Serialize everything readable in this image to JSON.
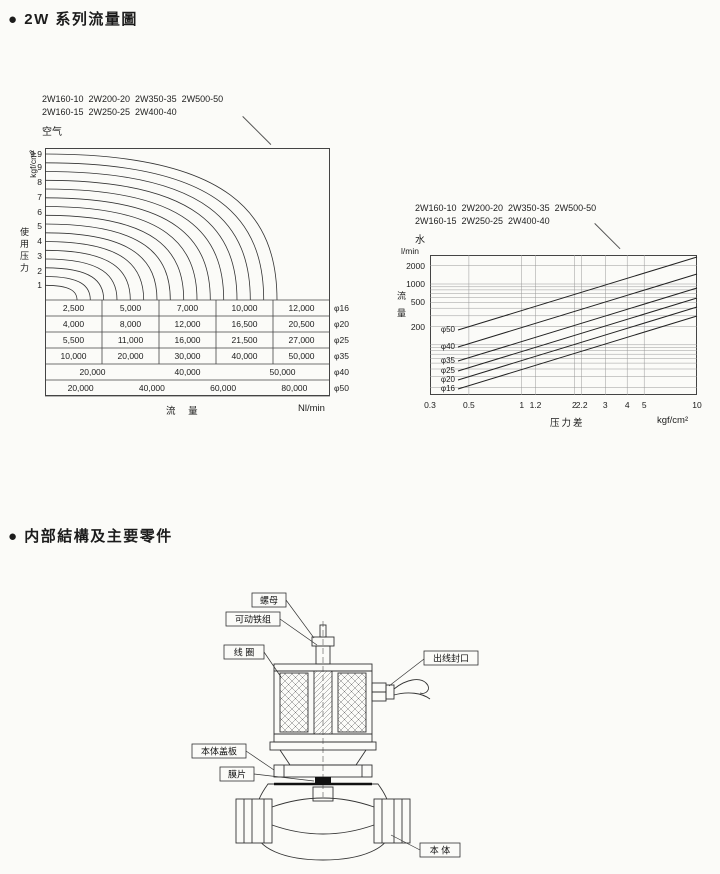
{
  "sections": {
    "flow_title": "● 2W 系列流量圖",
    "structure_title": "● 内部結構及主要零件"
  },
  "air_chart": {
    "models_line1": "2W160-10  2W200-20  2W350-35  2W500-50",
    "models_line2": "2W160-15  2W250-25  2W400-40",
    "medium_label": "空气",
    "y_unit": "kgf/cm²",
    "y_axis_label": "使用压力",
    "y_ticks": [
      9.9,
      9,
      8,
      7,
      6,
      5,
      4,
      3,
      2,
      1
    ],
    "curve_count": 16,
    "x_axis_label": "流 量",
    "x_unit": "Nl/min",
    "flow_table": [
      {
        "size": "φ16",
        "values": [
          "2,500",
          "5,000",
          "7,000",
          "10,000",
          "12,000"
        ]
      },
      {
        "size": "φ20",
        "values": [
          "4,000",
          "8,000",
          "12,000",
          "16,500",
          "20,500"
        ]
      },
      {
        "size": "φ25",
        "values": [
          "5,500",
          "11,000",
          "16,000",
          "21,500",
          "27,000"
        ]
      },
      {
        "size": "φ35",
        "values": [
          "10,000",
          "20,000",
          "30,000",
          "40,000",
          "50,000"
        ]
      },
      {
        "size": "φ40",
        "values": [
          "20,000",
          "40,000",
          "50,000"
        ]
      },
      {
        "size": "φ50",
        "values": [
          "20,000",
          "40,000",
          "60,000",
          "80,000"
        ]
      }
    ]
  },
  "water_chart": {
    "models_line1": "2W160-10  2W200-20  2W350-35  2W500-50",
    "models_line2": "2W160-15  2W250-25  2W400-40",
    "medium_label": "水",
    "y_unit": "l/min",
    "y_axis_label": "流 量",
    "y_ticks": [
      2000,
      1000,
      500,
      200
    ],
    "x_ticks": [
      "0.3",
      "0.5",
      "1",
      "1.2",
      "2",
      "2.2",
      "3",
      "4",
      "5",
      "10"
    ],
    "x_axis_label": "压力差",
    "x_unit": "kgf/cm²",
    "lines": [
      "φ50",
      "φ40",
      "φ35",
      "φ25",
      "φ20",
      "φ16"
    ]
  },
  "valve_diagram": {
    "labels": {
      "nut": "螺母",
      "movable_iron": "可动铁组",
      "coil": "线 圈",
      "wire_outlet": "出线封口",
      "body_cover": "本体盖板",
      "diaphragm": "膜片",
      "body": "本 体"
    }
  },
  "chart_data": [
    {
      "type": "line",
      "title": "2W 系列流量圖 — 空气",
      "xlabel": "流 量 (Nl/min)",
      "ylabel": "使用压力 (kgf/cm²)",
      "ylim": [
        0,
        9.9
      ],
      "y_ticks": [
        9.9,
        9,
        8,
        7,
        6,
        5,
        4,
        3,
        2,
        1
      ],
      "description": "Nested family of operating-pressure vs. air-flow capacity curves; flow capacities tabulated per port size below the plot.",
      "flow_capacity_nl_min": {
        "φ16": [
          2500,
          5000,
          7000,
          10000,
          12000
        ],
        "φ20": [
          4000,
          8000,
          12000,
          16500,
          20500
        ],
        "φ25": [
          5500,
          11000,
          16000,
          21500,
          27000
        ],
        "φ35": [
          10000,
          20000,
          30000,
          40000,
          50000
        ],
        "φ40": [
          20000,
          40000,
          50000
        ],
        "φ50": [
          20000,
          40000,
          60000,
          80000
        ]
      }
    },
    {
      "type": "line",
      "title": "2W 系列流量圖 — 水",
      "xlabel": "压力差 (kgf/cm²)",
      "ylabel": "流 量 (l/min)",
      "scale": "log-log",
      "x_ticks": [
        0.3,
        0.5,
        1,
        1.2,
        2,
        2.2,
        3,
        4,
        5,
        10
      ],
      "y_ticks": [
        200,
        500,
        1000,
        2000
      ],
      "series": [
        {
          "name": "φ50"
        },
        {
          "name": "φ40"
        },
        {
          "name": "φ35"
        },
        {
          "name": "φ25"
        },
        {
          "name": "φ20"
        },
        {
          "name": "φ16"
        }
      ],
      "legend_position": "line-start-left"
    }
  ]
}
